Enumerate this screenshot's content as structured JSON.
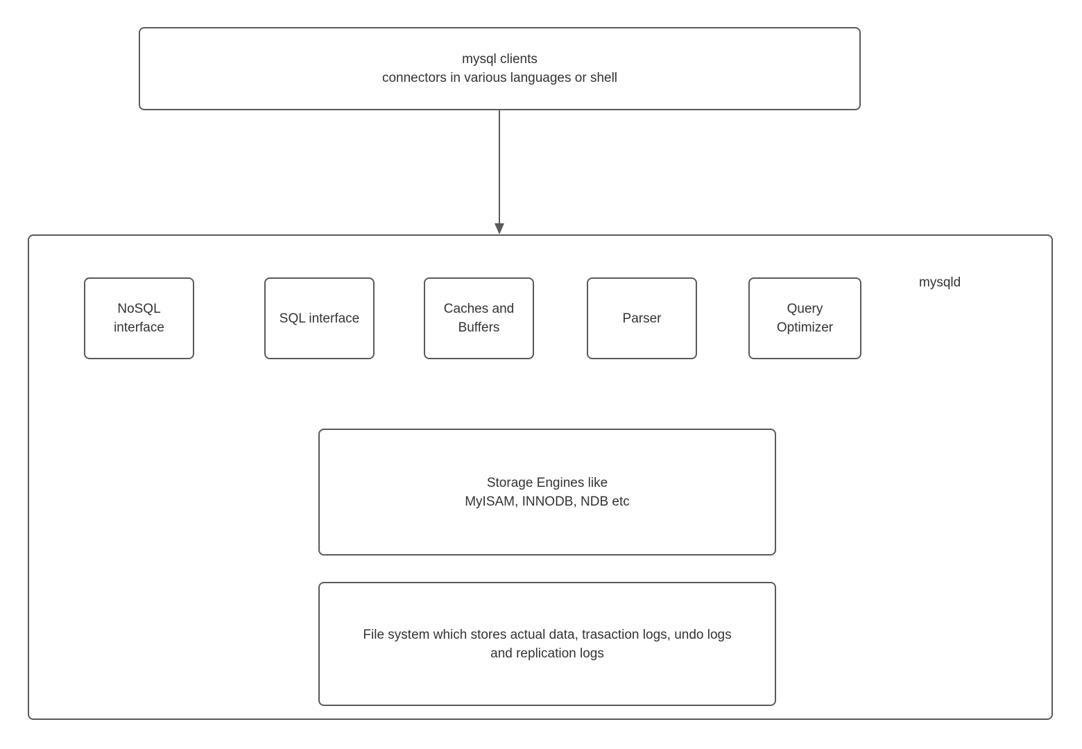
{
  "colors": {
    "stroke": "#595959",
    "text": "#333333",
    "background": "#ffffff"
  },
  "diagram": {
    "clients_box": {
      "text": "mysql clients\nconnectors in various languages or shell"
    },
    "server_box": {
      "label": "mysqld"
    },
    "components": [
      {
        "label": "NoSQL\ninterface"
      },
      {
        "label": "SQL interface"
      },
      {
        "label": "Caches and\nBuffers"
      },
      {
        "label": "Parser"
      },
      {
        "label": "Query\nOptimizer"
      }
    ],
    "storage_box": {
      "text": "Storage Engines like\nMyISAM, INNODB, NDB etc"
    },
    "filesystem_box": {
      "text": "File system which stores actual data, trasaction logs, undo logs\nand replication logs"
    }
  }
}
